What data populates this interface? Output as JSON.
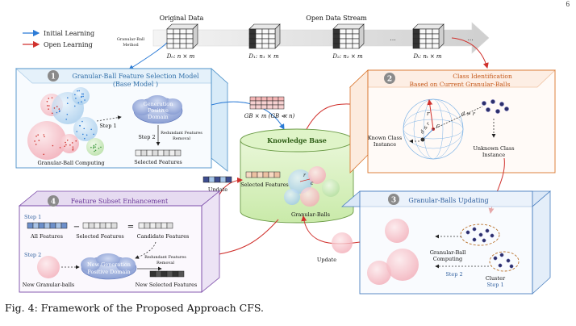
{
  "page_number": "6",
  "caption": "Fig. 4: Framework of the Proposed Approach CFS.",
  "legend": {
    "initial": "Initial Learning",
    "open": "Open Learning",
    "initial_color": "#2b7bd6",
    "open_color": "#d0312d"
  },
  "stream": {
    "original_title": "Original Data",
    "open_title": "Open Data Stream",
    "gb_method": [
      "Granular-Ball",
      "Method"
    ],
    "d0": "D₀: n × m",
    "d1": "D₁: n₁ × m",
    "d2": "D₂: n₂ × m",
    "dt": "Dₜ: nₜ × m",
    "ellipsis": "..."
  },
  "box1": {
    "number": "1",
    "title": "Granular-Ball Feature Selection Model",
    "subtitle": "(Base Model )",
    "cloud": [
      "Generation",
      "Positive",
      "Domain"
    ],
    "step1": "Step 1",
    "step2": "Step 2",
    "redundant": [
      "Redundant Features",
      "Removal"
    ],
    "gb_computing": "Granular-Ball Computing",
    "selected": "Selected Features",
    "color": "#4a90c8"
  },
  "box2": {
    "number": "2",
    "title": "Class Identification",
    "subtitle": "Based on Current Granular-Balls",
    "known": [
      "Known Class",
      "Instance"
    ],
    "unknown": [
      "Unknown Class",
      "Instance"
    ],
    "d_gt": "d > r",
    "d_le": "d ≤ r",
    "r": "r",
    "c": "c",
    "color": "#d9742b"
  },
  "box3": {
    "number": "3",
    "title": "Granular-Balls Updating",
    "gb_computing": [
      "Granular-Ball",
      "Computing"
    ],
    "step2": "Step 2",
    "cluster": "Cluster",
    "step1": "Step 1",
    "update": "Update",
    "color": "#4a7fc0"
  },
  "box4": {
    "number": "4",
    "title": "Feature Subset Enhancement",
    "step1": "Step 1",
    "step2": "Step 2",
    "all": "All Features",
    "minus": "−",
    "equals": "=",
    "selected": "Selected Features",
    "candidate": "Candidate Features",
    "cloud": [
      "New Generation",
      "Positive Domain"
    ],
    "redundant": [
      "Redundant Features",
      "Removal"
    ],
    "new_balls": "New Granular-balls",
    "new_selected": "New Selected Features",
    "update": "Update",
    "color": "#7a4aa8"
  },
  "kb": {
    "title": "Knowledge Base",
    "gb_label": "GB × m (GB ≪ n)",
    "selected": "Selected Features",
    "balls": "Granular-Balls",
    "r": "r",
    "c": "c"
  }
}
